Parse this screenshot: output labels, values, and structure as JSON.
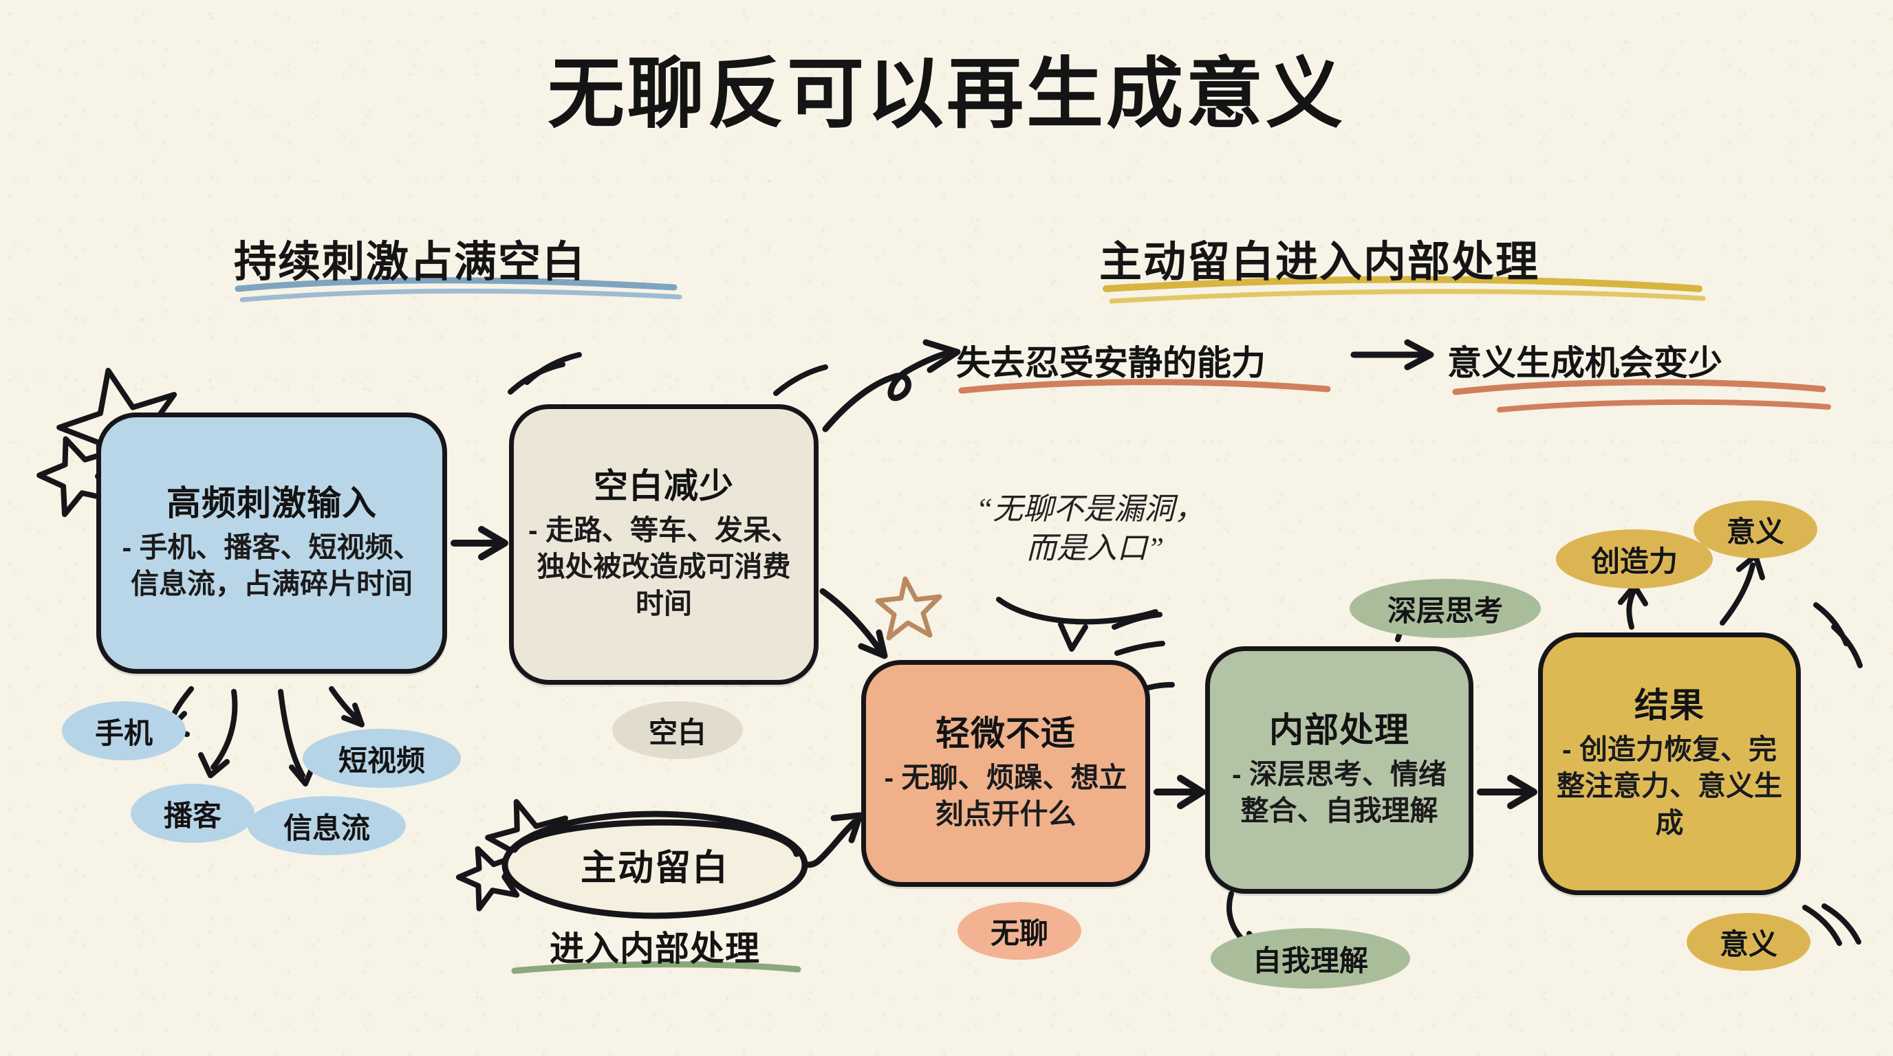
{
  "title": "无聊反可以再生成意义",
  "sections": {
    "left_header": "持续刺激占满空白",
    "left_header_underline_color": "#7fa4c0",
    "right_header": "主动留白进入内部处理",
    "right_header_underline_color": "#d7b53f"
  },
  "boxes": [
    {
      "key": "input",
      "title": "高频刺激输入",
      "body": "- 手机、播客、短视频、信息流，占满碎片时间",
      "color": "#b8d6e8"
    },
    {
      "key": "blank",
      "title": "空白减少",
      "body": "- 走路、等车、发呆、独处被改造成可消费时间",
      "color": "#ece6d9"
    },
    {
      "key": "discomfort",
      "title": "轻微不适",
      "body": "- 无聊、烦躁、想立刻点开什么",
      "color": "#f0b089"
    },
    {
      "key": "inner",
      "title": "内部处理",
      "body": "- 深层思考、情绪整合、自我理解",
      "color": "#b3c3a5"
    },
    {
      "key": "result",
      "title": "结果",
      "body": "- 创造力恢复、完整注意力、意义生成",
      "color": "#ddb953"
    }
  ],
  "pills": {
    "shouji": "手机",
    "boke": "播客",
    "duanshipin": "短视频",
    "xinxiliu": "信息流",
    "kongbai": "空白",
    "wuliao": "无聊",
    "ziwolijie": "自我理解",
    "shencengsikao": "深层思考",
    "chuangzaoli": "创造力",
    "yiyi_top": "意义",
    "yiyi_bottom": "意义"
  },
  "consequence": {
    "first": "失去忍受安静的能力",
    "arrow": "→",
    "second": "意义生成机会变少",
    "underline_color": "#cf7f5c"
  },
  "quote": {
    "line1": "“无聊不是漏洞，",
    "line2": "而是入口”"
  },
  "active_blank": {
    "label": "主动留白",
    "sub": "进入内部处理",
    "sub_underline_color": "#8aa87a"
  },
  "palette": {
    "paper": "#f7f3e6",
    "ink": "#16161a",
    "blue": "#b8d6e8",
    "beige": "#ece6d9",
    "orange": "#f0b089",
    "green": "#b3c3a5",
    "gold": "#ddb953",
    "salmon": "#f3b392"
  }
}
